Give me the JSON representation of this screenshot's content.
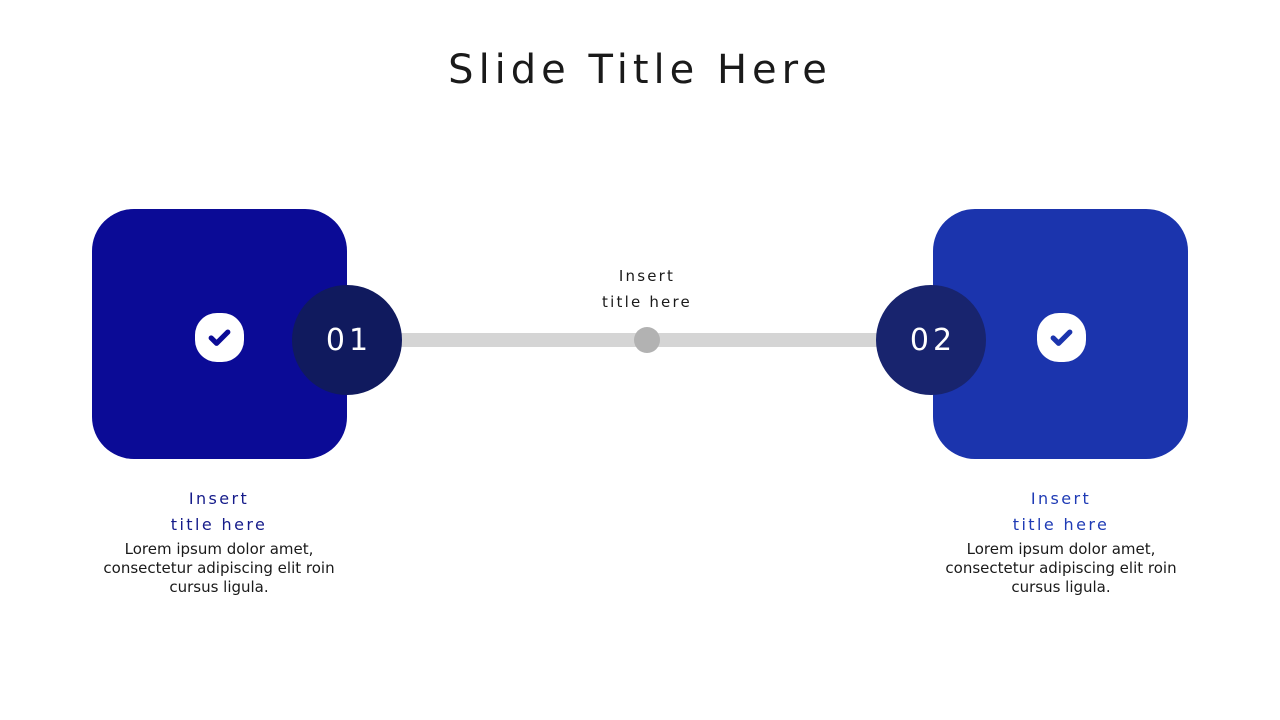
{
  "slide": {
    "title": "Slide Title Here",
    "background_color": "#ffffff"
  },
  "connector": {
    "label": "Insert\ntitle here",
    "line_color": "#d5d5d5",
    "dot_color": "#b2b2b2",
    "dot_icon": "connector-dot-icon"
  },
  "items": [
    {
      "number": "01",
      "card_color": "#0b0b96",
      "circle_color": "#101a5e",
      "badge_icon": "check-icon",
      "badge_background": "#ffffff",
      "badge_check_color": "#0b0b96",
      "heading": "Insert\ntitle here",
      "heading_color": "#151b8a",
      "body": "Lorem ipsum dolor amet, consectetur adipiscing elit roin cursus ligula."
    },
    {
      "number": "02",
      "card_color": "#1b34ad",
      "circle_color": "#18246e",
      "badge_icon": "check-icon",
      "badge_background": "#ffffff",
      "badge_check_color": "#1b34ad",
      "heading": "Insert\ntitle here",
      "heading_color": "#1f3bb5",
      "body": "Lorem ipsum dolor amet, consectetur adipiscing elit roin cursus ligula."
    }
  ]
}
